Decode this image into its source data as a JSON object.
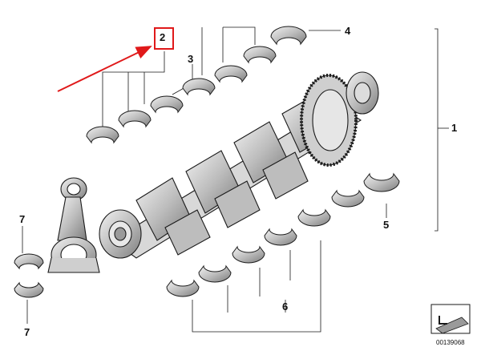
{
  "diagram": {
    "callouts": {
      "c1": "1",
      "c2": "2",
      "c3": "3",
      "c4": "4",
      "c5": "5",
      "c6": "6",
      "c7_top": "7",
      "c7_bottom": "7"
    },
    "highlighted_callout": "2",
    "document_number": "00139068",
    "colors": {
      "highlight": "#e0191a",
      "lines": "#1a1a1a",
      "shade": "#bdbdbd"
    },
    "icons": [
      "red-arrow-icon",
      "view-orientation-icon"
    ]
  }
}
